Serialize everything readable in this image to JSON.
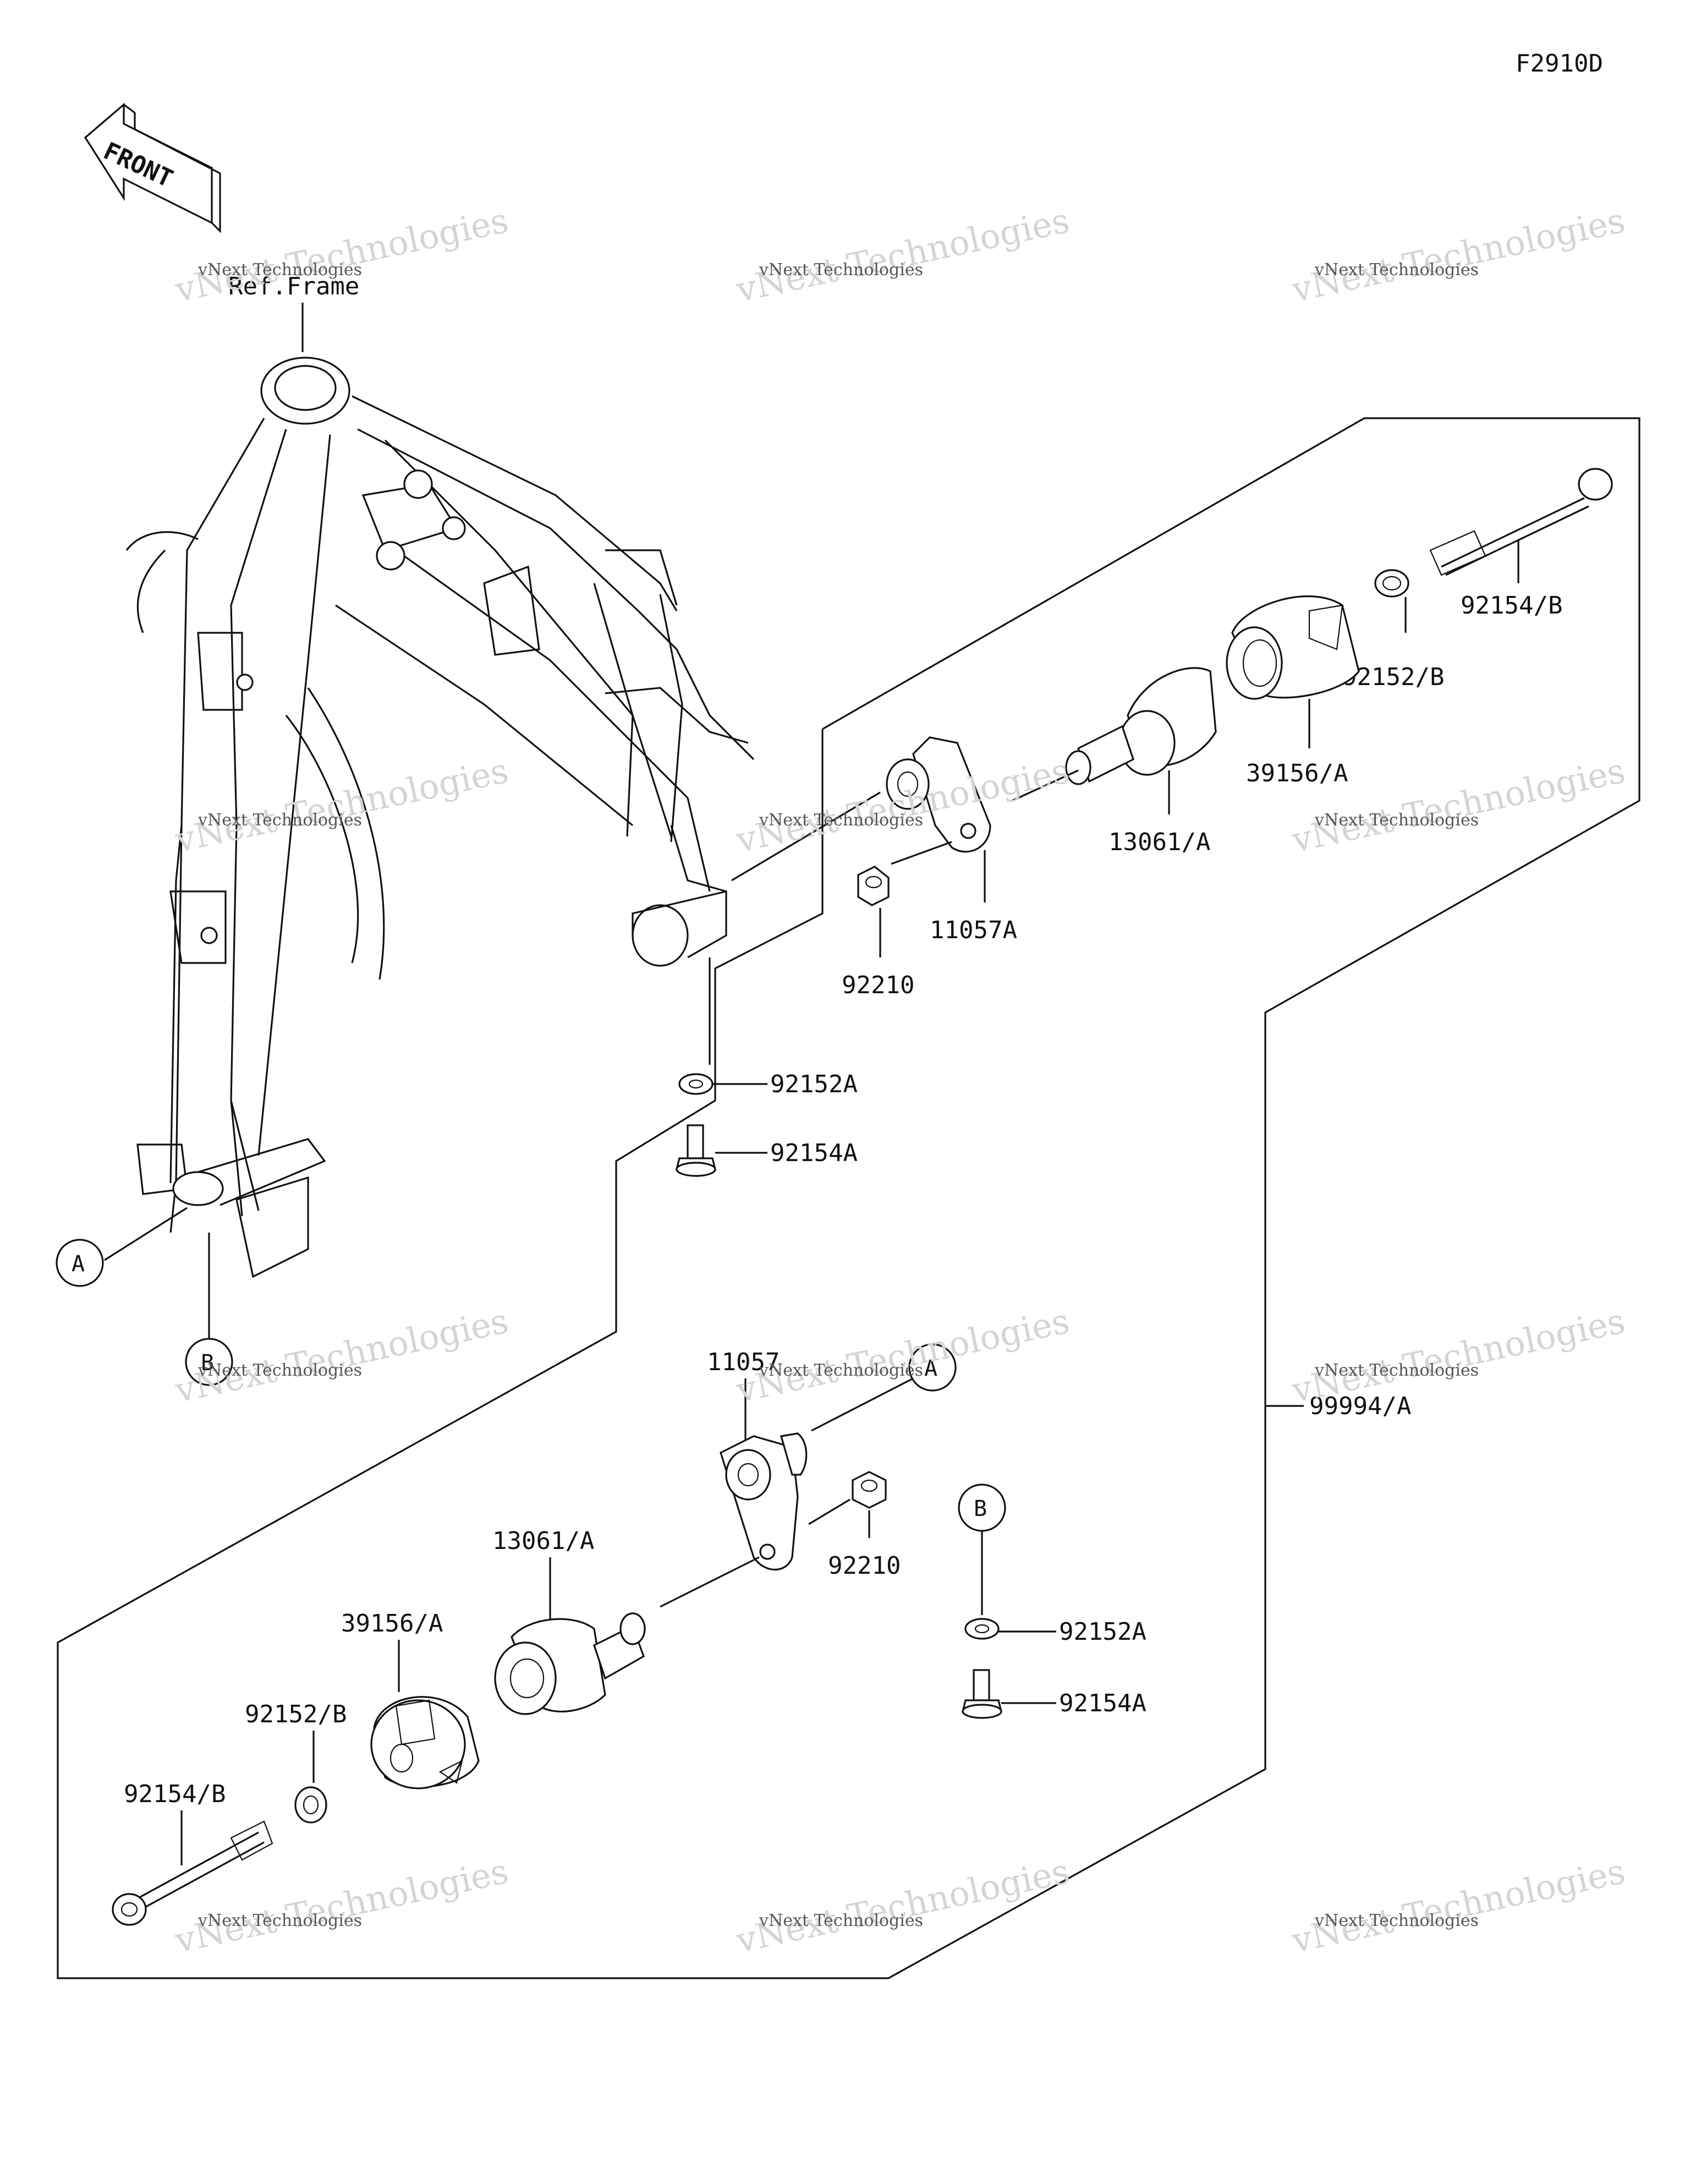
{
  "diagram_code": "F2910D",
  "front_arrow_text": "FRONT",
  "frame_ref": "Ref.Frame",
  "callouts": {
    "a": "A",
    "b": "B"
  },
  "assembly": "99994/A",
  "upper_parts": {
    "bolt": "92154/B",
    "collar": "92152/B",
    "cap": "39156/A",
    "slider": "13061/A",
    "bracket": "11057A",
    "nut": "92210",
    "washer": "92152A",
    "screw": "92154A"
  },
  "lower_parts": {
    "bracket": "11057",
    "nut": "92210",
    "slider": "13061/A",
    "cap": "39156/A",
    "collar": "92152/B",
    "bolt": "92154/B",
    "washer": "92152A",
    "screw": "92154A"
  },
  "watermark": {
    "line1": "vNext Technologies",
    "line2": "vNext Technologies"
  }
}
